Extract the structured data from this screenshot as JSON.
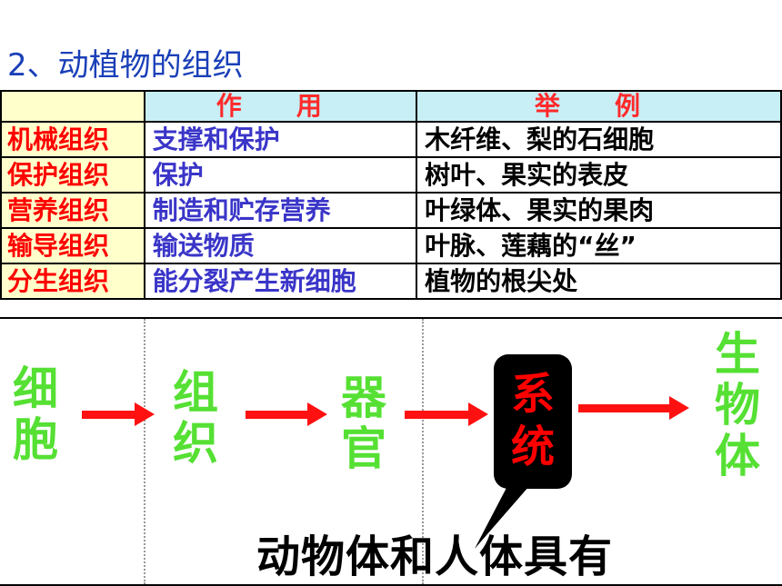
{
  "title": "2、动植物的组织",
  "table": {
    "headers": [
      "",
      "作 用",
      "举 例"
    ],
    "rows": [
      {
        "name": "机械组织",
        "function": "支撑和保护",
        "example": "木纤维、梨的石细胞"
      },
      {
        "name": "保护组织",
        "function": "保护",
        "example": "树叶、果实的表皮"
      },
      {
        "name": "营养组织",
        "function": "制造和贮存营养",
        "example": "叶绿体、果实的果肉"
      },
      {
        "name": "输导组织",
        "function": "输送物质",
        "example": "叶脉、莲藕的“丝”"
      },
      {
        "name": "分生组织",
        "function": "能分裂产生新细胞",
        "example": "植物的根尖处"
      }
    ]
  },
  "flow": {
    "cell": [
      "细",
      "胞"
    ],
    "tissue": [
      "组",
      "织"
    ],
    "organ": [
      "器",
      "官"
    ],
    "system": [
      "系",
      "统"
    ],
    "organism": [
      "生",
      "物",
      "体"
    ]
  },
  "note": "动物体和人体具有",
  "colors": {
    "green": "#55e033",
    "red": "#ff1111",
    "blue": "#3a35c8",
    "headerBg": "#c8eef6",
    "rowBg": "#ffffcc"
  }
}
